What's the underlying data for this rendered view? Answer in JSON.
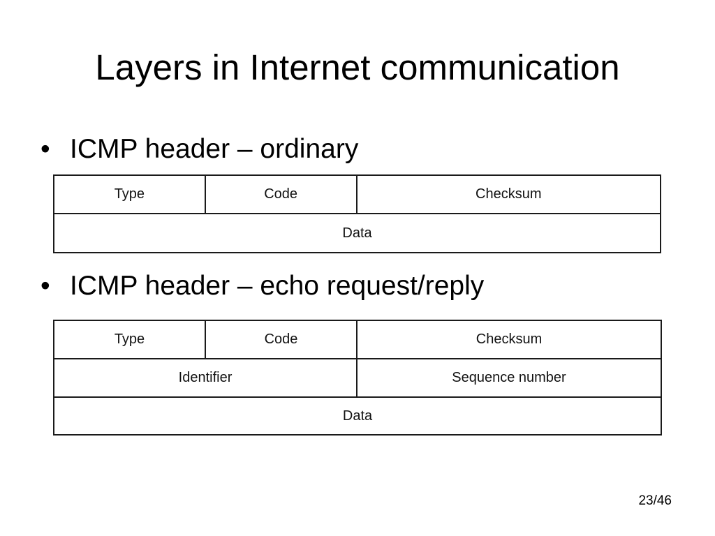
{
  "slide": {
    "title": "Layers in Internet communication",
    "page_number": "23/46"
  },
  "bullets": [
    {
      "symbol": "•",
      "text": "ICMP header – ordinary"
    },
    {
      "symbol": "•",
      "text": "ICMP header – echo request/reply"
    }
  ],
  "diagrams": [
    {
      "rows": [
        [
          "Type",
          "Code",
          "Checksum"
        ],
        [
          "Data"
        ]
      ]
    },
    {
      "rows": [
        [
          "Type",
          "Code",
          "Checksum"
        ],
        [
          "Identifier",
          "Sequence number"
        ],
        [
          "Data"
        ]
      ]
    }
  ]
}
